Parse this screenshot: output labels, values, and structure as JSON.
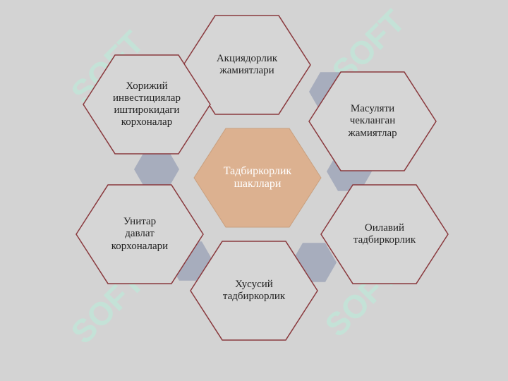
{
  "watermark": {
    "text": "SOFT",
    "color": "#bfe7d9"
  },
  "colors": {
    "background": "#d3d3d3",
    "hex_fill": "#d6d6d6",
    "hex_stroke": "#8a3a3e",
    "center_fill": "#dcb190",
    "connector_fill": "#a7adbd"
  },
  "diagram": {
    "center": {
      "label": "Тадбиркорлик\nшакллари"
    },
    "nodes": [
      {
        "id": "top",
        "label": "Акциядорлик\nжамиятлари"
      },
      {
        "id": "top-right",
        "label": "Масуляти\nчекланган\nжамиятлар"
      },
      {
        "id": "bottom-right",
        "label": "Оилавий\nтадбиркорлик"
      },
      {
        "id": "bottom",
        "label": "Хусусий\nтадбиркорлик"
      },
      {
        "id": "bottom-left",
        "label": "Унитар\nдавлат\nкорхоналари"
      },
      {
        "id": "top-left",
        "label": "Хорижий\nинвестициялар\nиштирокидаги\nкорхоналар"
      }
    ]
  }
}
